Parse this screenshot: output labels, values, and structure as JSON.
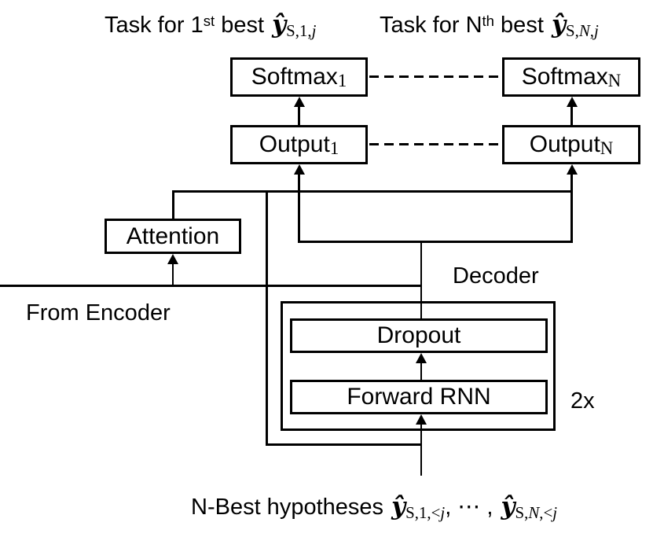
{
  "figure": {
    "colors": {
      "ink": "#000000",
      "background": "#ffffff"
    },
    "labels": {
      "task_left": [
        {
          "s": "t",
          "t": "Task for 1"
        },
        {
          "s": "sup",
          "t": "st"
        },
        {
          "s": "t",
          "t": " best "
        },
        {
          "s": "y",
          "t": "ŷ"
        },
        {
          "s": "sub",
          "t": "S,1,"
        },
        {
          "s": "subi",
          "t": "j"
        }
      ],
      "task_right": [
        {
          "s": "t",
          "t": "Task for N"
        },
        {
          "s": "sup",
          "t": "th"
        },
        {
          "s": "t",
          "t": " best "
        },
        {
          "s": "y",
          "t": "ŷ"
        },
        {
          "s": "sub",
          "t": "S,"
        },
        {
          "s": "subi",
          "t": "N"
        },
        {
          "s": "sub",
          "t": ","
        },
        {
          "s": "subi",
          "t": "j"
        }
      ],
      "from_encoder": "From Encoder",
      "decoder": "Decoder",
      "repeat_factor": "2x",
      "bottom": [
        {
          "s": "t",
          "t": "N-Best hypotheses "
        },
        {
          "s": "y",
          "t": "ŷ"
        },
        {
          "s": "sub",
          "t": "S,1,<"
        },
        {
          "s": "subi",
          "t": "j"
        },
        {
          "s": "t",
          "t": ", ⋯ , "
        },
        {
          "s": "y",
          "t": "ŷ"
        },
        {
          "s": "sub",
          "t": "S,"
        },
        {
          "s": "subi",
          "t": "N"
        },
        {
          "s": "sub",
          "t": ",<"
        },
        {
          "s": "subi",
          "t": "j"
        }
      ]
    },
    "boxes": {
      "softmax_1": [
        {
          "s": "t",
          "t": "Softmax"
        },
        {
          "s": "sub",
          "t": "1"
        }
      ],
      "softmax_n": [
        {
          "s": "t",
          "t": "Softmax"
        },
        {
          "s": "sub",
          "t": "N"
        }
      ],
      "output_1": [
        {
          "s": "t",
          "t": "Output"
        },
        {
          "s": "sub",
          "t": "1"
        }
      ],
      "output_n": [
        {
          "s": "t",
          "t": "Output"
        },
        {
          "s": "sub",
          "t": "N"
        }
      ],
      "attention": "Attention",
      "dropout": "Dropout",
      "forward_rnn": "Forward RNN"
    }
  }
}
